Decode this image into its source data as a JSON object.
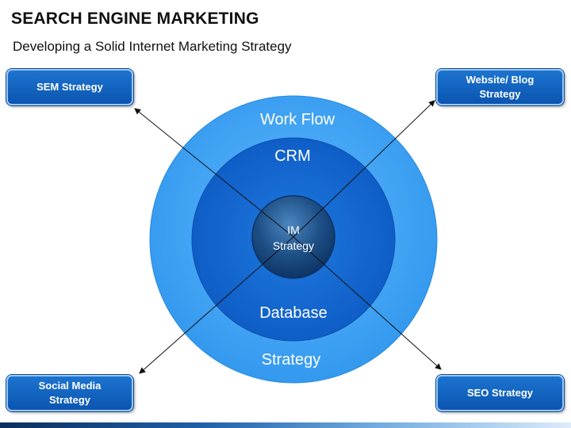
{
  "header": {
    "title": "SEARCH ENGINE MARKETING",
    "subtitle": "Developing a Solid Internet Marketing Strategy"
  },
  "diagram": {
    "rings": {
      "outer_top": "Work Flow",
      "outer_bottom": "Strategy",
      "middle_top": "CRM",
      "middle_bottom": "Database",
      "core_line1": "IM",
      "core_line2": "Strategy"
    },
    "boxes": {
      "top_left": "SEM Strategy",
      "top_right_line1": "Website/ Blog",
      "top_right_line2": "Strategy",
      "bottom_left_line1": "Social Media",
      "bottom_left_line2": "Strategy",
      "bottom_right": "SEO Strategy"
    },
    "colors": {
      "outer_ring": "#3fa2f4",
      "middle_ring": "#1367d0",
      "core": "#1a4f86",
      "box": "#0f62c0"
    }
  }
}
